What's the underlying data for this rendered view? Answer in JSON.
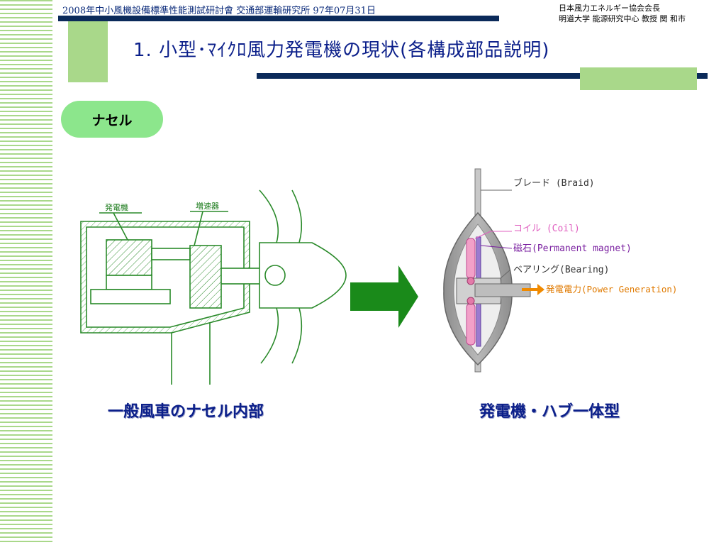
{
  "header": {
    "event": "2008年中小風機設備標準性能測試研討會 交通部運輸研究所 97年07月31日",
    "affiliation_line1": "日本風力エネルギー協会会長",
    "affiliation_line2": "明道大学 能源研究中心 教授 関 和市"
  },
  "title": "1. 小型･ﾏｲｸﾛ風力発電機の現状(各構成部品説明)",
  "section_label": "ナセル",
  "left_diagram": {
    "label_generator": "発電機",
    "label_gearbox": "増速器",
    "caption": "一般風車のナセル内部"
  },
  "right_diagram": {
    "label_blade": "ブレード (Braid)",
    "label_coil": "コイル (Coil)",
    "label_magnet": "磁石(Permanent magnet)",
    "label_bearing": "ベアリング(Bearing)",
    "label_power": "発電電力(Power Generation)",
    "caption": "発電機・ハブ一体型"
  },
  "colors": {
    "accent_navy": "#0b2a5a",
    "accent_green": "#a9d88a",
    "pill_green": "#8ce68c",
    "arrow_green": "#1a8a1a",
    "coil_pink": "#e060c0",
    "magnet_purple": "#7a20a0",
    "power_orange": "#f08a00"
  }
}
